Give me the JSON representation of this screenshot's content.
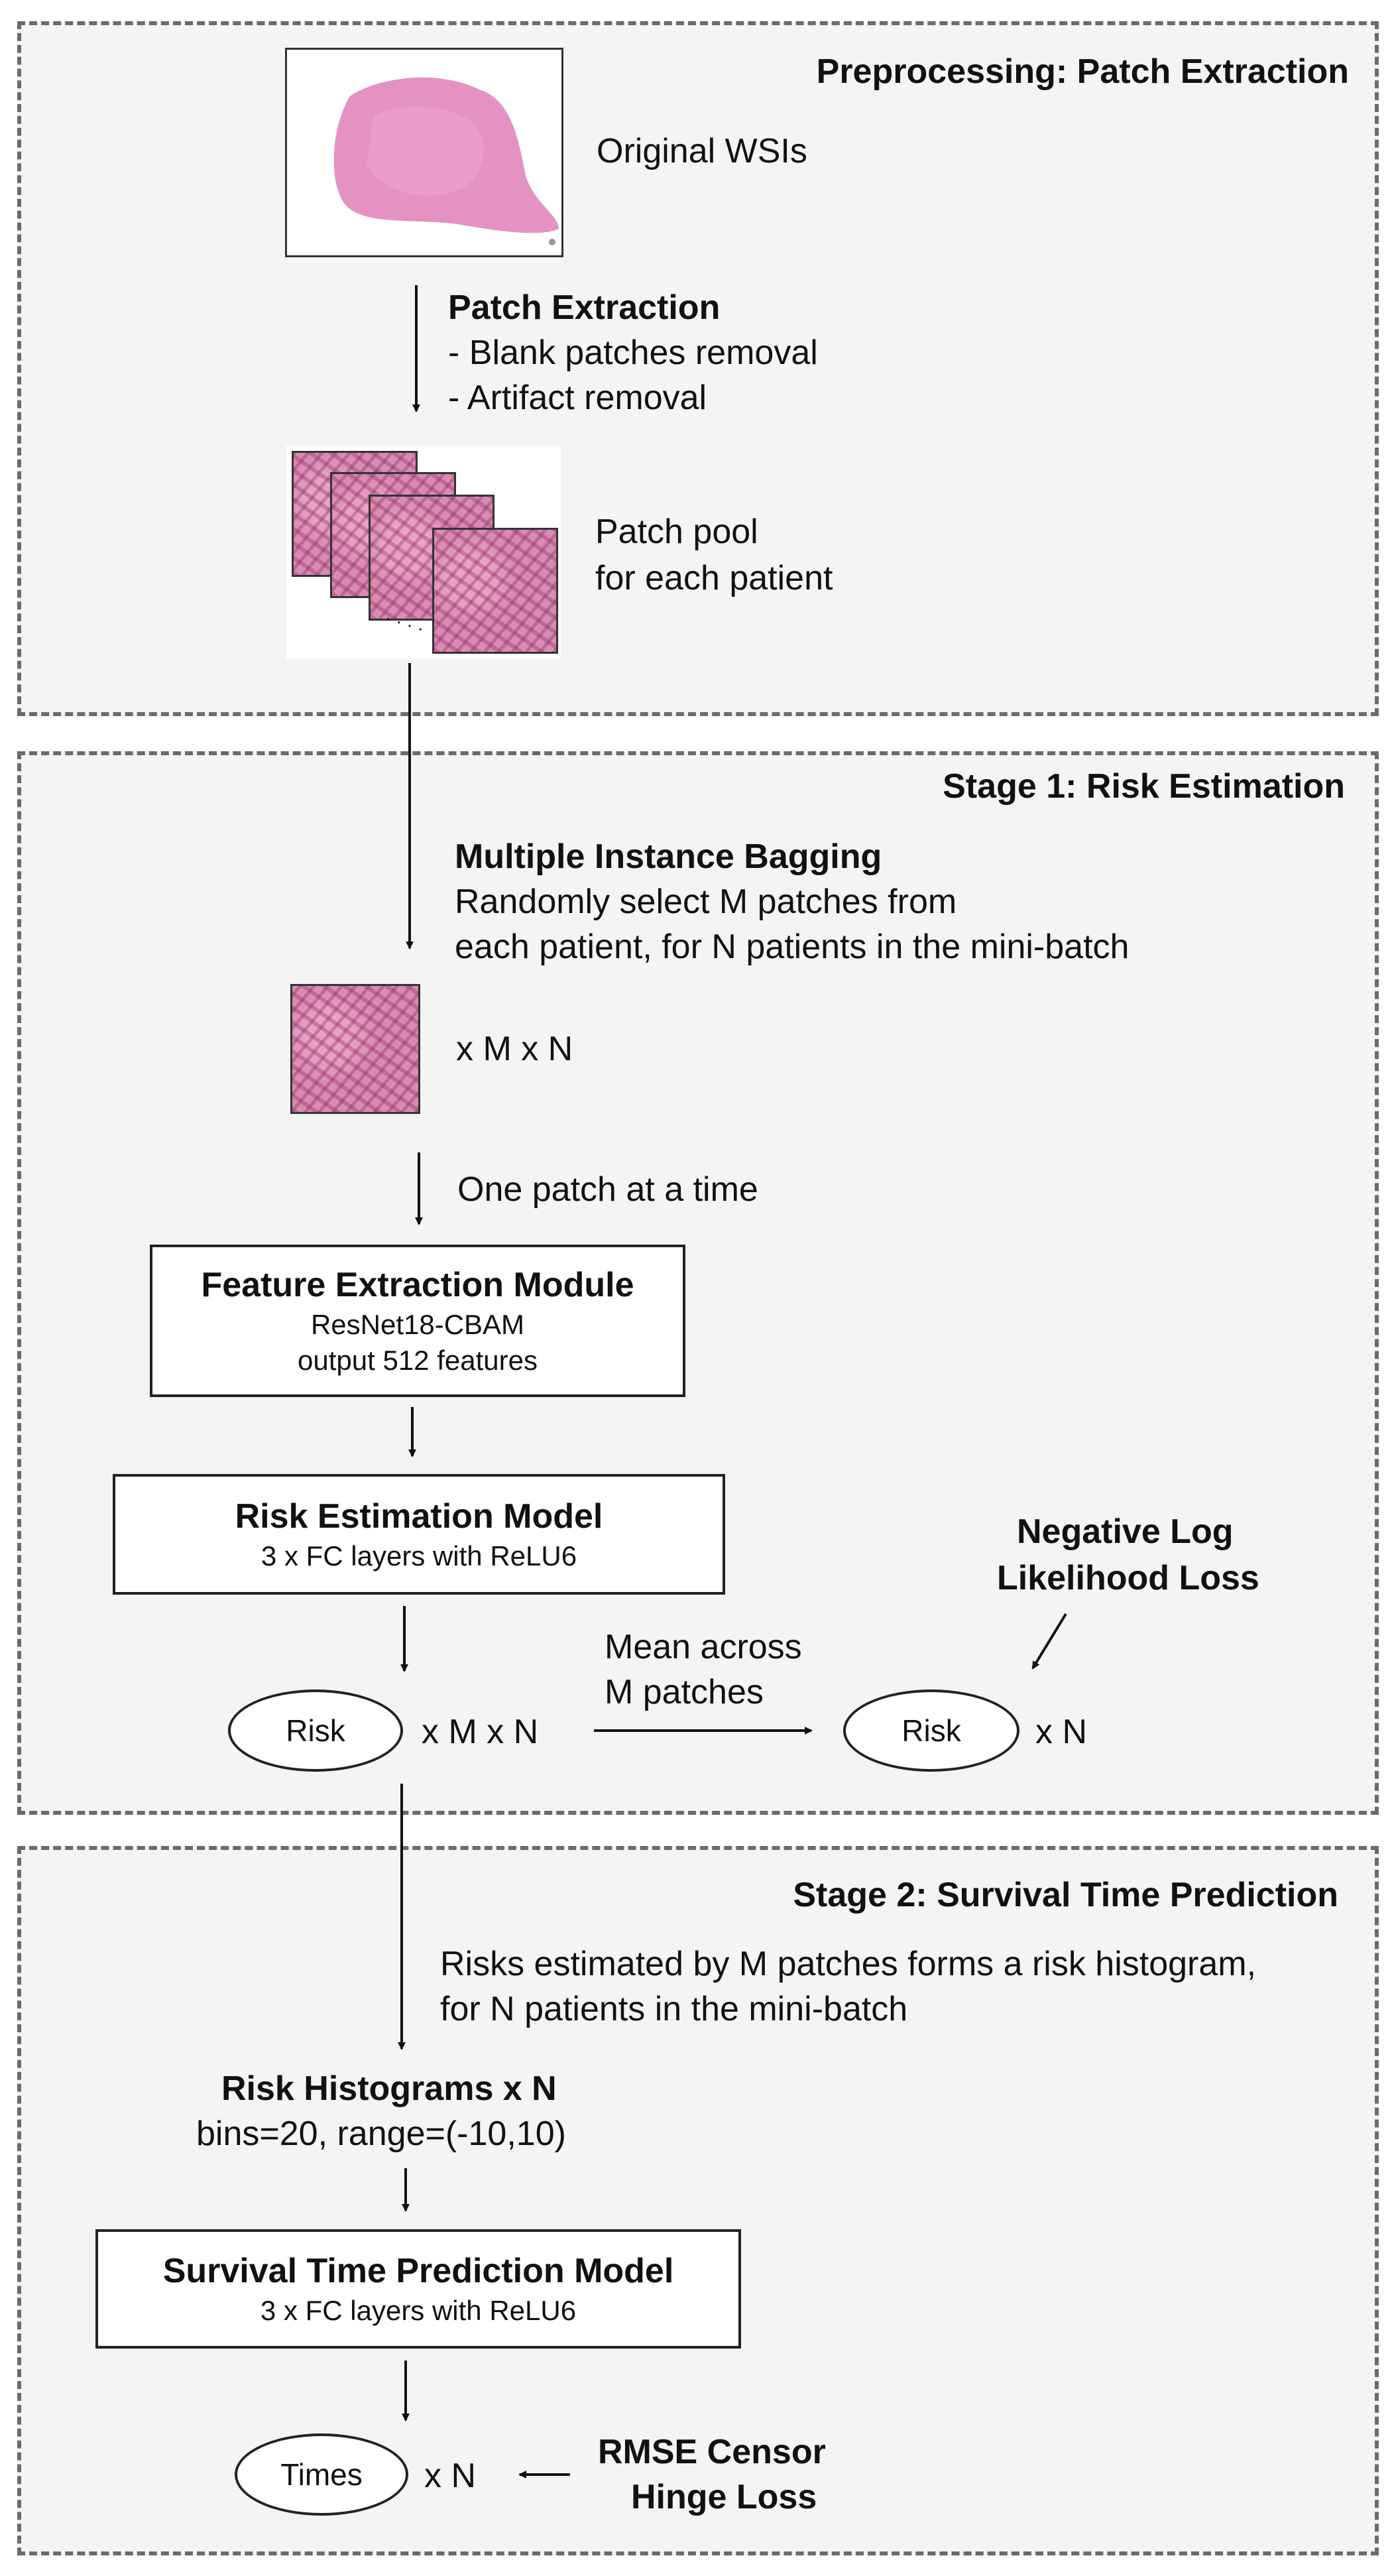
{
  "panels": {
    "preprocessing": {
      "title": "Preprocessing: Patch Extraction"
    },
    "stage1": {
      "title": "Stage 1: Risk Estimation"
    },
    "stage2": {
      "title": "Stage 2: Survival Time Prediction"
    }
  },
  "preprocessing": {
    "wsi_label": "Original WSIs",
    "extraction_title": "Patch Extraction",
    "extraction_items": [
      "- Blank patches removal",
      "- Artifact removal"
    ],
    "patch_pool_lines": [
      "Patch pool",
      "for each patient"
    ],
    "dots": "· · · ·"
  },
  "stage1": {
    "bagging_title": "Multiple Instance Bagging",
    "bagging_lines": [
      "Randomly select M patches from",
      "each patient, for N patients in the mini-batch"
    ],
    "patch_multiplier": "x M x N",
    "one_patch": "One patch at a time",
    "feature_box": {
      "title": "Feature Extraction Module",
      "lines": [
        "ResNet18-CBAM",
        "output 512 features"
      ]
    },
    "risk_model_box": {
      "title": "Risk Estimation Model",
      "lines": [
        "3 x FC layers with ReLU6"
      ]
    },
    "loss_title_lines": [
      "Negative Log",
      "Likelihood Loss"
    ],
    "mean_lines": [
      "Mean across",
      "M patches"
    ],
    "risk_left_label": "Risk",
    "risk_left_multiplier": "x M x N",
    "risk_right_label": "Risk",
    "risk_right_multiplier": "x N"
  },
  "stage2": {
    "histogram_note_lines": [
      "Risks estimated by M patches forms a risk histogram,",
      "for N patients in the mini-batch"
    ],
    "histogram_title": "Risk Histograms x N",
    "histogram_params": "bins=20, range=(-10,10)",
    "survival_box": {
      "title": "Survival Time Prediction Model",
      "lines": [
        "3 x FC layers with ReLU6"
      ]
    },
    "times_label": "Times",
    "times_multiplier": "x N",
    "loss_lines": [
      "RMSE Censor",
      "Hinge Loss"
    ]
  },
  "colors": {
    "panel_bg": "#f4f4f4",
    "dashed_border": "#6b6b6b",
    "tissue": "#d88bb3"
  }
}
